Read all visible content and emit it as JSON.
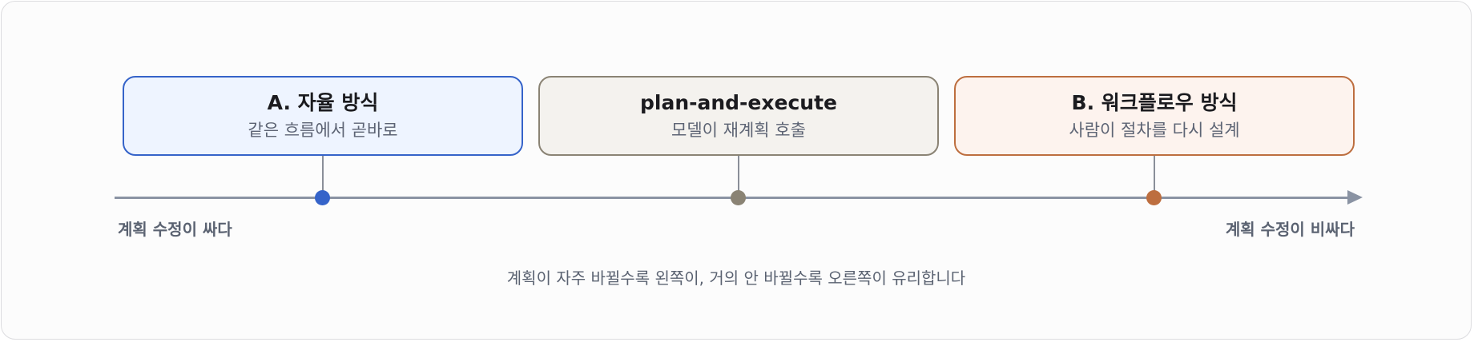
{
  "colors": {
    "autonomous_accent": "#3563c9",
    "autonomous_fill": "#eef4ff",
    "plan_accent": "#8a8374",
    "plan_fill": "#f4f2ee",
    "workflow_accent": "#bd6e3f",
    "workflow_fill": "#fdf3ee",
    "axis": "#8a93a3"
  },
  "cards": [
    {
      "key": "a",
      "title": "A. 자율 방식",
      "subtitle": "같은 흐름에서 곧바로",
      "accent": "#3563c9",
      "fill": "#eef4ff",
      "position": 0.17
    },
    {
      "key": "p",
      "title": "plan-and-execute",
      "subtitle": "모델이 재계획 호출",
      "accent": "#8a8374",
      "fill": "#f4f2ee",
      "position": 0.5
    },
    {
      "key": "b",
      "title": "B. 워크플로우 방식",
      "subtitle": "사람이 절차를 다시 설계",
      "accent": "#bd6e3f",
      "fill": "#fdf3ee",
      "position": 0.83
    }
  ],
  "axis": {
    "left_label": "계획 수정이 싸다",
    "right_label": "계획 수정이 비싸다"
  },
  "caption": "계획이 자주 바뀔수록 왼쪽이, 거의 안 바뀔수록 오른쪽이 유리합니다"
}
